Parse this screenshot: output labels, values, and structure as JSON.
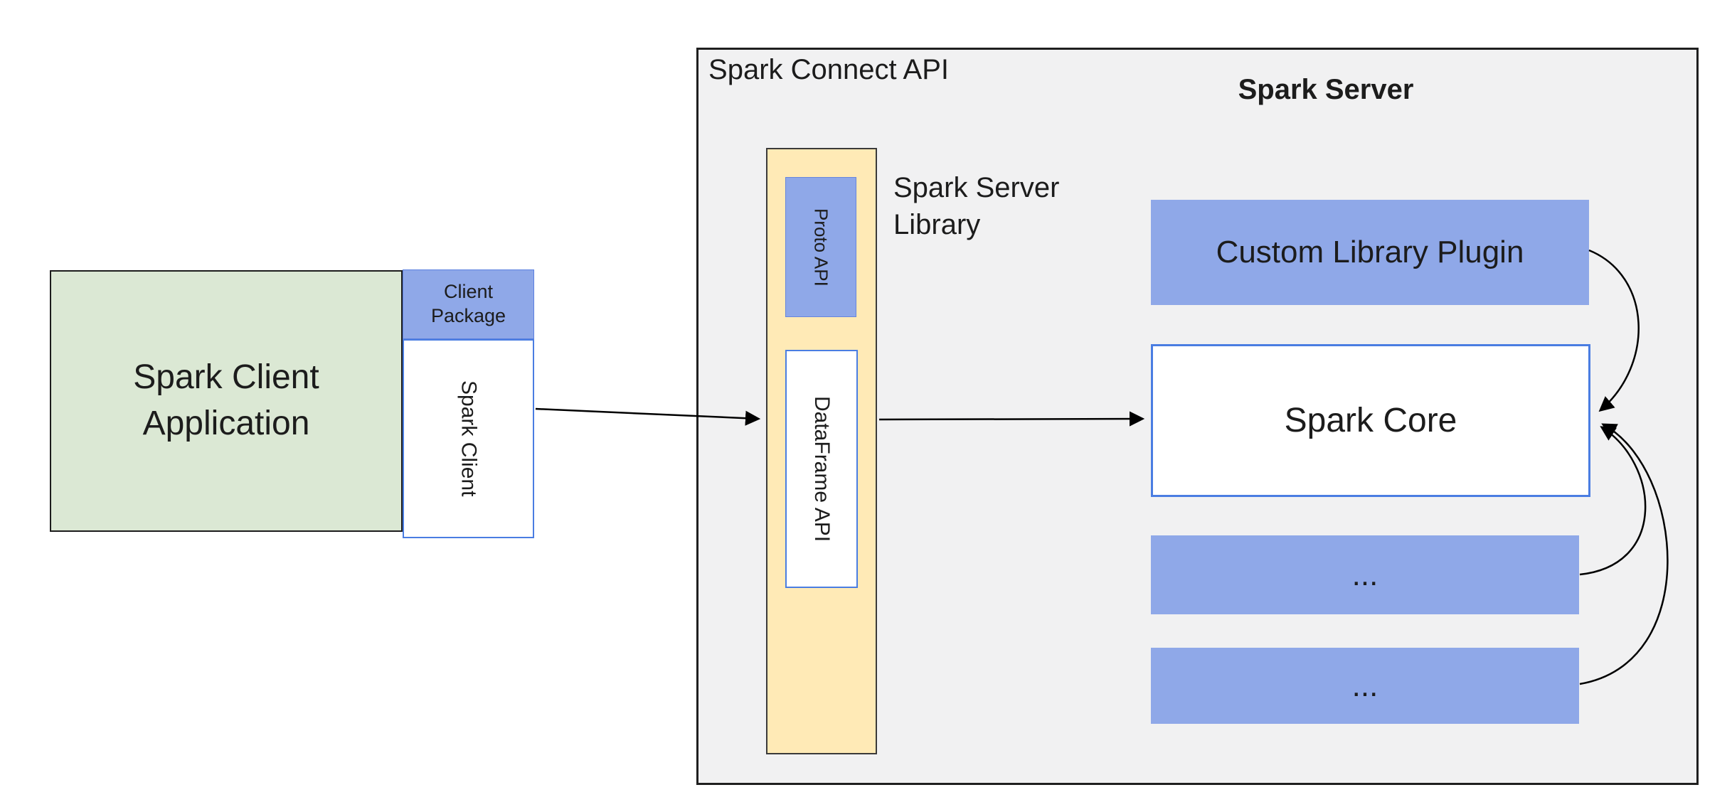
{
  "client": {
    "app_label": "Spark Client Application",
    "package_label": "Client Package",
    "spark_client_label": "Spark Client"
  },
  "connect_api": {
    "label": "Spark Connect API",
    "proto_api_label": "Proto API",
    "dataframe_api_label": "DataFrame API",
    "server_library_label": "Spark Server Library"
  },
  "server": {
    "title": "Spark Server",
    "custom_plugin_label": "Custom Library Plugin",
    "spark_core_label": "Spark Core",
    "more_plugins_1": "...",
    "more_plugins_2": "..."
  },
  "colors": {
    "green_fill": "#dbe8d4",
    "blue_fill": "#8fa8e8",
    "blue_border": "#4a7de2",
    "yellow_fill": "#ffeab6",
    "server_fill": "#f1f1f2",
    "dark_border": "#1f1f1f",
    "arrow": "#000000"
  }
}
